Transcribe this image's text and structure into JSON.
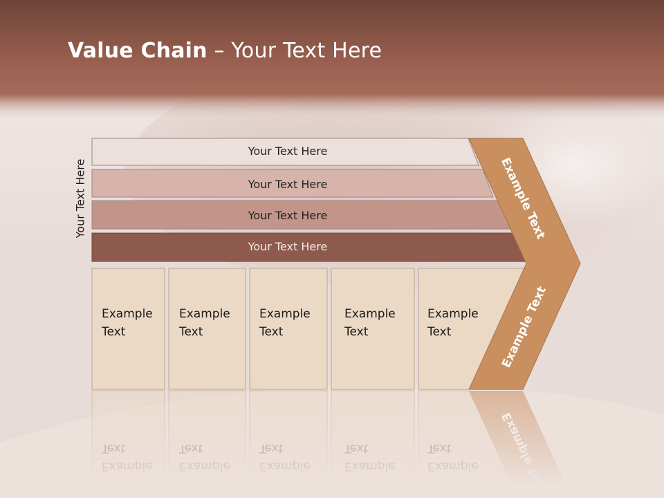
{
  "title": {
    "bold": "Value Chain",
    "rest": " – Your Text Here"
  },
  "side_label": "Your Text Here",
  "bars": [
    {
      "label": "Your Text Here",
      "fill": "#ece0dd",
      "text_color": "#222222"
    },
    {
      "label": "Your Text Here",
      "fill": "#d6b4aa",
      "text_color": "#222222"
    },
    {
      "label": "Your Text Here",
      "fill": "#c3958a",
      "text_color": "#222222"
    },
    {
      "label": "Your Text Here",
      "fill": "#8e5a4d",
      "text_color": "#f3ece9"
    }
  ],
  "columns": [
    {
      "line1": "Example",
      "line2": "Text"
    },
    {
      "line1": "Example",
      "line2": "Text"
    },
    {
      "line1": "Example",
      "line2": "Text"
    },
    {
      "line1": "Example",
      "line2": "Text"
    },
    {
      "line1": "Example",
      "line2": "Text"
    }
  ],
  "chevron": {
    "upper_label": "Example Text",
    "lower_label": "Example Text",
    "fill": "#c98f5f"
  },
  "colors": {
    "header": "#9a5c4d",
    "column_fill": "#ecd9c5",
    "column_stroke": "#b8a393"
  }
}
